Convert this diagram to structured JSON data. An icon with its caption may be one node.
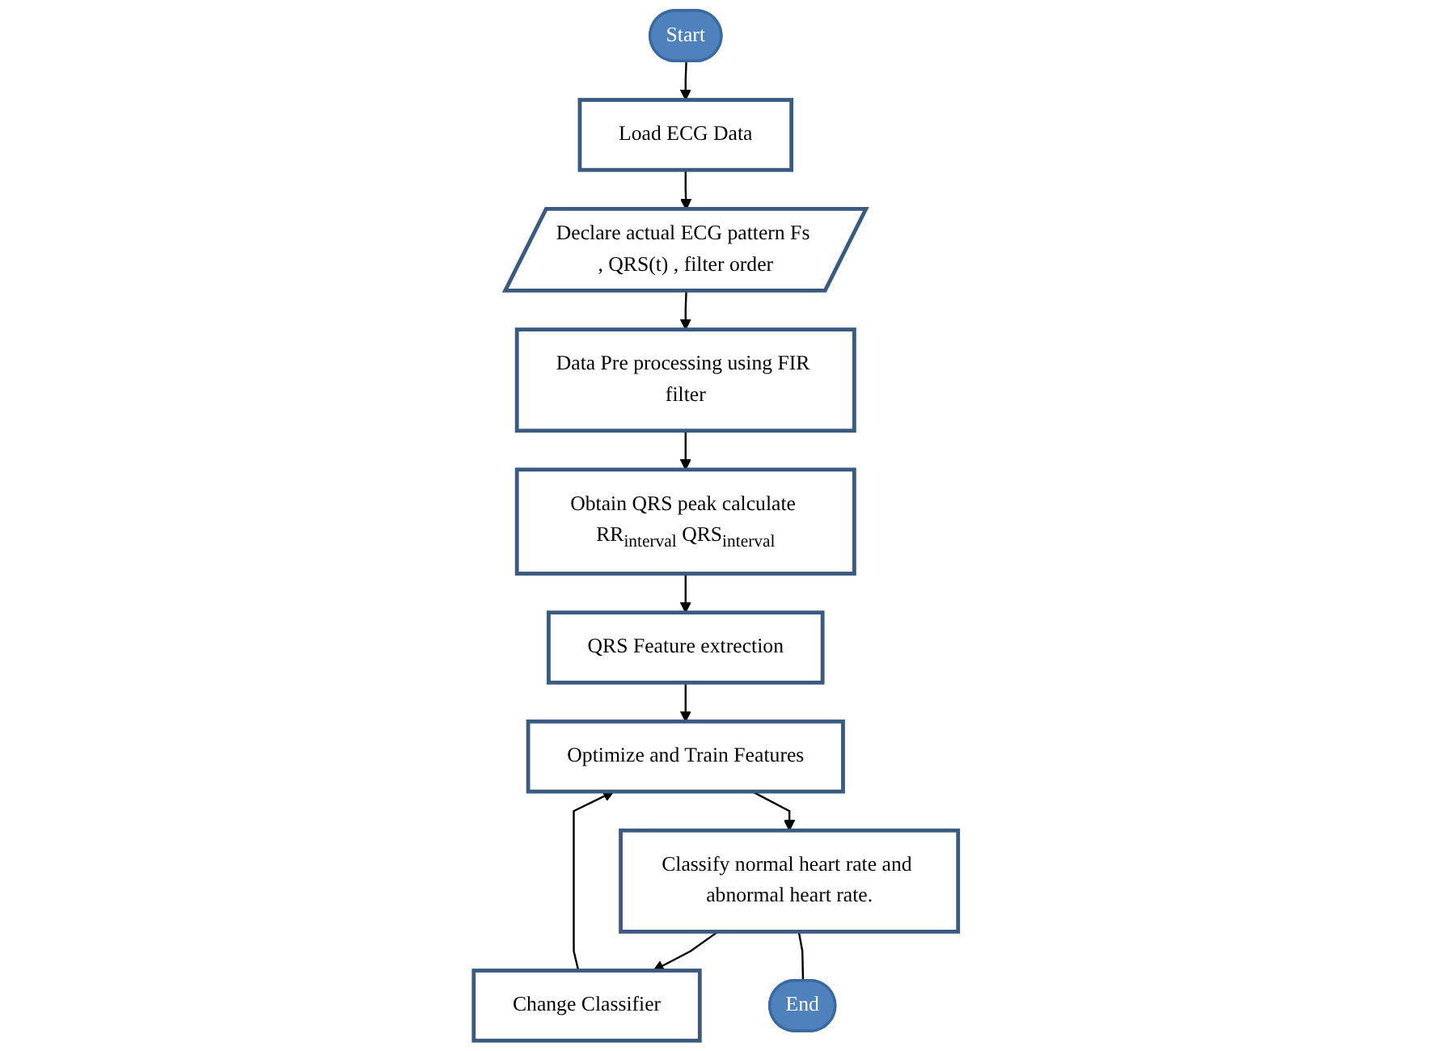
{
  "diagram": {
    "nodes": [
      {
        "text": [
          "Start"
        ]
      },
      {
        "text": [
          "Load ECG Data"
        ]
      },
      {
        "text": [
          "Declare actual ECG pattern Fs , QRS(t) , filter order"
        ]
      },
      {
        "text": [
          "Data Pre processing using FIR filter"
        ]
      },
      {
        "text": [
          "Obtain QRS peak calculate RR$_{interval}$ QRS$_{interval}$"
        ]
      },
      {
        "text": [
          "QRS Feature extrection"
        ]
      },
      {
        "text": [
          "Optimize and Train Features"
        ]
      },
      {
        "text": [
          "Classify normal heart rate and abnormal heart rate."
        ]
      },
      {
        "text": [
          "Change Classifier"
        ]
      },
      {
        "text": [
          "End"
        ]
      }
    ],
    "edges": [
      {
        "from": 0,
        "to": 1,
        "arrow": "to"
      },
      {
        "from": 1,
        "to": 2,
        "arrow": "to"
      },
      {
        "from": 2,
        "to": 3,
        "arrow": "to"
      },
      {
        "from": 3,
        "to": 4,
        "arrow": "to"
      },
      {
        "from": 4,
        "to": 5,
        "arrow": "to"
      },
      {
        "from": 5,
        "to": 6,
        "arrow": "to"
      },
      {
        "from": 6,
        "to": 7,
        "arrow": "to"
      },
      {
        "from": 7,
        "to": 8,
        "arrow": "to"
      },
      {
        "from": 8,
        "to": 6,
        "arrow": "to"
      },
      {
        "from": 7,
        "to": 9,
        "arrow": "none"
      }
    ]
  }
}
